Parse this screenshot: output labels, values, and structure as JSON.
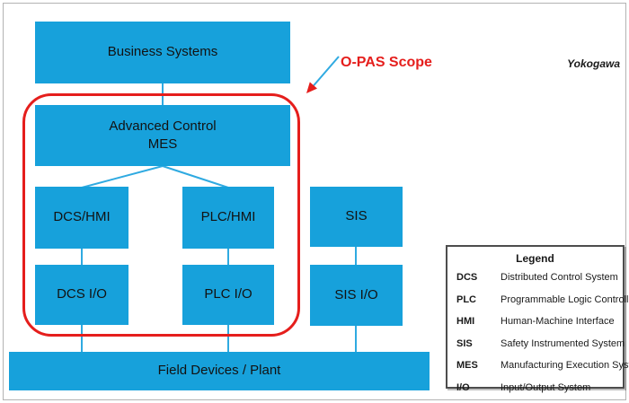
{
  "page": {
    "brand": "Yokogawa"
  },
  "diagram": {
    "scope_label": "O-PAS Scope",
    "nodes": {
      "business": "Business Systems",
      "advanced_line1": "Advanced Control",
      "advanced_line2": "MES",
      "dcs_hmi": "DCS/HMI",
      "plc_hmi": "PLC/HMI",
      "sis": "SIS",
      "dcs_io": "DCS I/O",
      "plc_io": "PLC I/O",
      "sis_io": "SIS I/O",
      "field": "Field Devices / Plant"
    },
    "colors": {
      "box_blue": "#17A1DB",
      "connector_blue": "#2FAAE1",
      "scope_red": "#E51E1C"
    }
  },
  "legend": {
    "title": "Legend",
    "entries": [
      {
        "abbr": "DCS",
        "definition": "Distributed Control System"
      },
      {
        "abbr": "PLC",
        "definition": "Programmable Logic Controller"
      },
      {
        "abbr": "HMI",
        "definition": "Human-Machine Interface"
      },
      {
        "abbr": "SIS",
        "definition": "Safety Instrumented System"
      },
      {
        "abbr": "MES",
        "definition": "Manufacturing Execution System"
      },
      {
        "abbr": "I/O",
        "definition": "Input/Output System"
      }
    ]
  }
}
